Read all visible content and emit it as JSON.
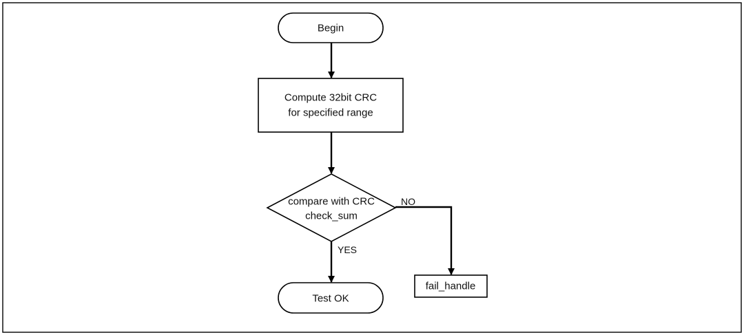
{
  "flowchart": {
    "nodes": {
      "begin": {
        "shape": "terminator",
        "lines": [
          "Begin"
        ]
      },
      "compute": {
        "shape": "process",
        "lines": [
          "Compute 32bit CRC",
          "for specified range"
        ]
      },
      "compare": {
        "shape": "decision",
        "lines": [
          "compare with CRC",
          "check_sum"
        ]
      },
      "test_ok": {
        "shape": "terminator",
        "lines": [
          "Test OK"
        ]
      },
      "fail_handle": {
        "shape": "process",
        "lines": [
          "fail_handle"
        ]
      }
    },
    "edges": [
      {
        "from": "begin",
        "to": "compute",
        "label": ""
      },
      {
        "from": "compute",
        "to": "compare",
        "label": ""
      },
      {
        "from": "compare",
        "to": "test_ok",
        "label": "YES"
      },
      {
        "from": "compare",
        "to": "fail_handle",
        "label": "NO"
      }
    ]
  },
  "colors": {
    "stroke": "#000000",
    "fill": "#ffffff",
    "text": "#111111"
  }
}
